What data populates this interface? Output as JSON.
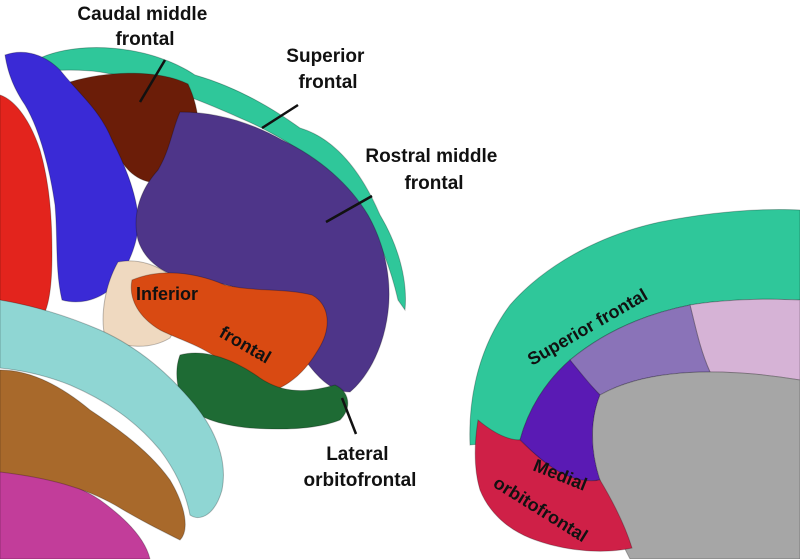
{
  "labels": {
    "caudal_middle_frontal": [
      "Caudal middle",
      "frontal"
    ],
    "superior_frontal_lateral": [
      "Superior",
      "frontal"
    ],
    "rostral_middle_frontal": [
      "Rostral middle",
      "frontal"
    ],
    "inferior_frontal": [
      "Inferior",
      "frontal"
    ],
    "lateral_orbitofrontal": [
      "Lateral",
      "orbitofrontal"
    ],
    "superior_frontal_medial": "Superior frontal",
    "medial_orbitofrontal": [
      "Medial",
      "orbitofrontal"
    ]
  },
  "colors": {
    "superior_frontal": "#2fc79a",
    "caudal_middle_frontal": "#6b1d08",
    "rostral_middle_frontal": "#4e3589",
    "inferior_frontal": "#d94a12",
    "lateral_orbitofrontal": "#1e6b34",
    "precentral": "#3a2ad6",
    "postcentral": "#e3241d",
    "insula": "#efd9c0",
    "superior_temporal": "#8fd6d3",
    "middle_temporal": "#a8692b",
    "inferior_temporal": "#c23d9a",
    "medial_orbitofrontal": "#cf2047",
    "anterior_cingulate": "#8a73b8",
    "posterior_cingulate": "#d6b3d6",
    "rostral_anterior_cingulate": "#5a1ab4",
    "medial_interior": "#a6a6a6"
  }
}
